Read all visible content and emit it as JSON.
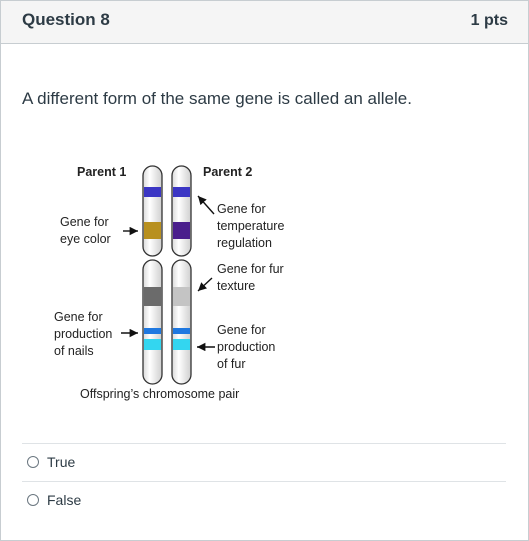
{
  "question": {
    "title": "Question 8",
    "points": "1 pts",
    "text": "A different form of the same gene is called an allele."
  },
  "figure": {
    "parent1_label": "Parent 1",
    "parent2_label": "Parent 2",
    "eye_color_label": [
      "Gene for",
      "eye color"
    ],
    "temperature_label": [
      "Gene for",
      "temperature",
      "regulation"
    ],
    "fur_texture_label": [
      "Gene for fur",
      "texture"
    ],
    "nails_label": [
      "Gene for",
      "production",
      "of nails"
    ],
    "fur_production_label": [
      "Gene for",
      "production",
      "of fur"
    ],
    "caption": "Offspring’s chromosome pair",
    "colors": {
      "band_blue_dark": "#3b36c4",
      "band_gold": "#b8901f",
      "band_purple": "#4a1e8c",
      "band_gray_dark": "#6b6b6b",
      "band_gray_light": "#c4c4c4",
      "band_blue": "#1f78e0",
      "band_cyan": "#33d6f0"
    }
  },
  "answers": [
    {
      "label": "True"
    },
    {
      "label": "False"
    }
  ]
}
